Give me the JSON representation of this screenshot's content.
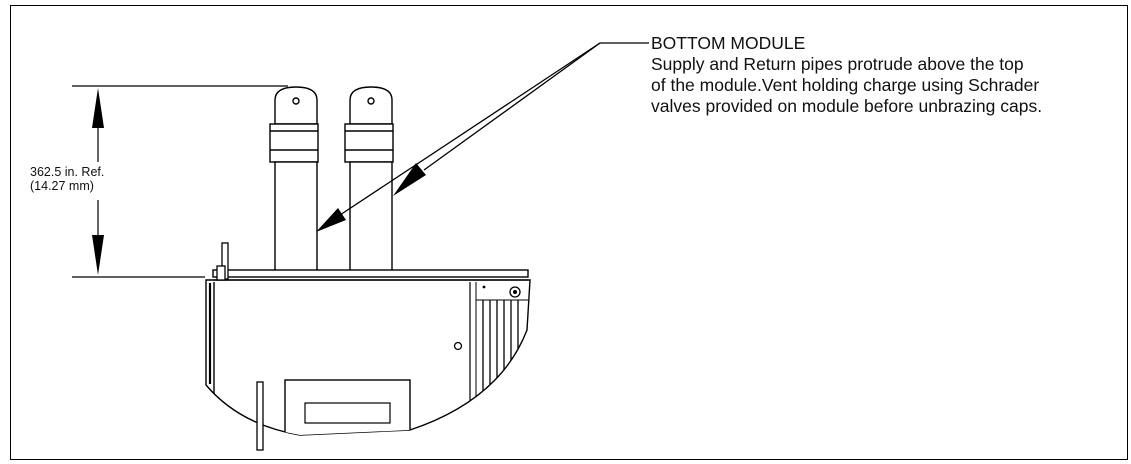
{
  "callout": {
    "title": "BOTTOM MODULE",
    "lines": [
      "Supply and Return pipes protrude above the top",
      "of the module.Vent holding charge using Schrader",
      "valves provided on module before unbrazing caps."
    ]
  },
  "dimension": {
    "value": "362.5 in. Ref.",
    "alt_value": "(14.27 mm)"
  },
  "colors": {
    "line": "#000000",
    "background": "#ffffff"
  }
}
